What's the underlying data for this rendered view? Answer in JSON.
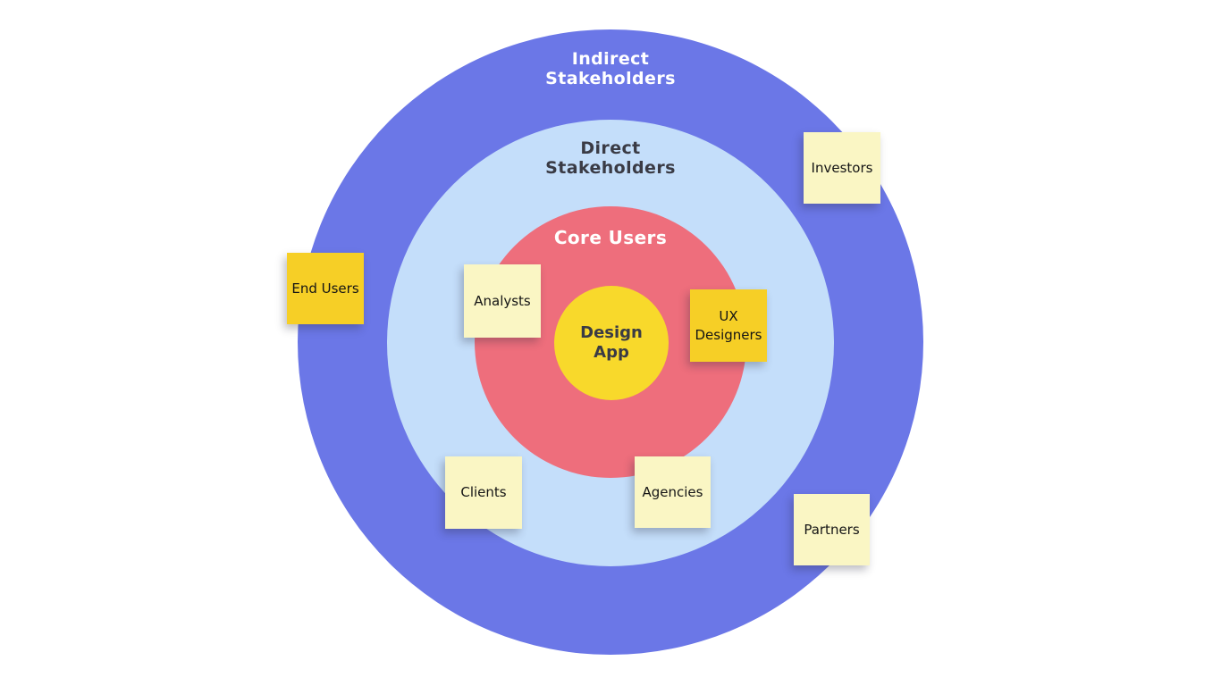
{
  "diagram": {
    "type": "stakeholder-map",
    "background": "#ffffff"
  },
  "rings": [
    {
      "id": "indirect-stakeholders",
      "label": "Indirect Stakeholders",
      "color": "#6B77E7",
      "text_color": "#ffffff"
    },
    {
      "id": "direct-stakeholders",
      "label": "Direct Stakeholders",
      "color": "#C4DEFA",
      "text_color": "#3A3B45"
    },
    {
      "id": "core-users",
      "label": "Core Users",
      "color": "#EE6E7C",
      "text_color": "#ffffff"
    },
    {
      "id": "center-product",
      "label": "Design App",
      "color": "#F8D92B",
      "text_color": "#3A3B45"
    }
  ],
  "notes": [
    {
      "id": "investors",
      "label": "Investors",
      "color": "#FAF6C4",
      "zone": "indirect-stakeholders"
    },
    {
      "id": "end-users",
      "label": "End Users",
      "color": "#F6CF26",
      "zone": "indirect-stakeholders"
    },
    {
      "id": "analysts",
      "label": "Analysts",
      "color": "#FAF6C4",
      "zone": "core-users"
    },
    {
      "id": "ux-designers",
      "label": "UX Designers",
      "color": "#F6CF26",
      "zone": "core-users"
    },
    {
      "id": "clients",
      "label": "Clients",
      "color": "#FAF6C4",
      "zone": "direct-stakeholders"
    },
    {
      "id": "agencies",
      "label": "Agencies",
      "color": "#FAF6C4",
      "zone": "direct-stakeholders"
    },
    {
      "id": "partners",
      "label": "Partners",
      "color": "#FAF6C4",
      "zone": "indirect-stakeholders"
    }
  ]
}
